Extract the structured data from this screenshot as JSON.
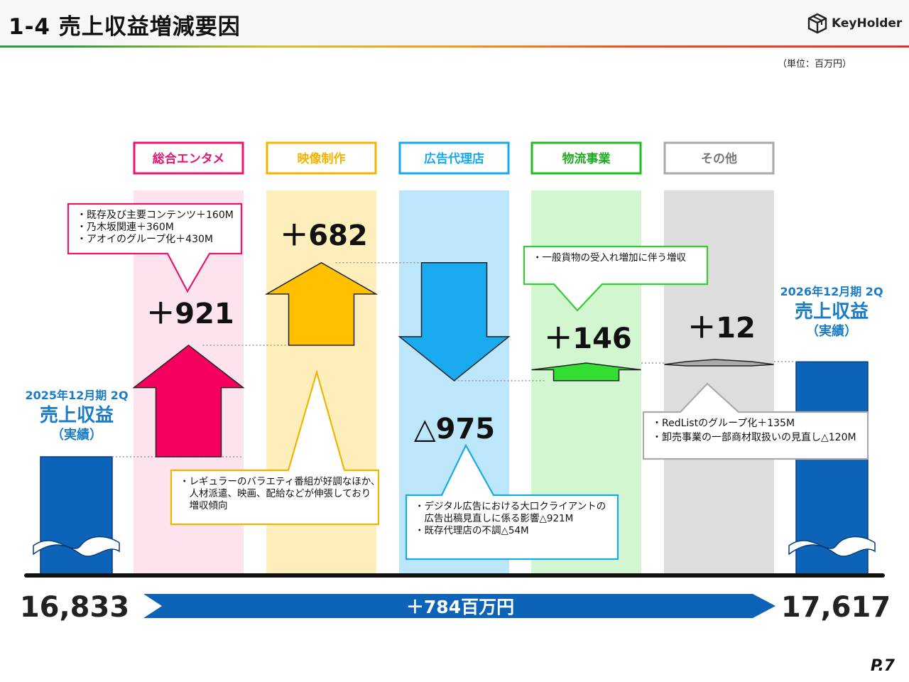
{
  "header": {
    "title": "1-4  売上収益増減要因",
    "logo_text": "KeyHolder"
  },
  "unit_note": "（単位：百万円）",
  "page_number": "P.7",
  "colors": {
    "entertainment": "#e8166e",
    "video": "#f7b800",
    "ad_agency": "#17a9ee",
    "logistics": "#33cc33",
    "other": "#aaaaaa",
    "bar": "#0d63b8",
    "total_arrow": "#0d63b8"
  },
  "chart_data": {
    "type": "waterfall",
    "start": {
      "period": "2025年12月期 2Q",
      "metric": "売上収益",
      "note": "（実績）",
      "value": 16833,
      "value_label": "16,833"
    },
    "end": {
      "period": "2026年12月期 2Q",
      "metric": "売上収益",
      "note": "（実績）",
      "value": 17617,
      "value_label": "17,617"
    },
    "total_change_label": "＋784百万円",
    "segments": [
      {
        "key": "entertainment",
        "name": "総合エンタメ",
        "value": 921,
        "value_label": "＋921",
        "callout": [
          "・既存及び主要コンテンツ＋160M",
          "・乃木坂関連＋360M",
          "・アオイのグループ化＋430M"
        ]
      },
      {
        "key": "video",
        "name": "映像制作",
        "value": 682,
        "value_label": "＋682",
        "callout": [
          "・レギュラーのバラエティ番組が好調なほか、",
          "　人材派遣、映画、配給などが伸張しており",
          "　増収傾向"
        ]
      },
      {
        "key": "ad_agency",
        "name": "広告代理店",
        "value": -975,
        "value_label": "△975",
        "callout": [
          "・デジタル広告における大口クライアントの",
          "　広告出稿見直しに係る影響△921M",
          "・既存代理店の不調△54M"
        ]
      },
      {
        "key": "logistics",
        "name": "物流事業",
        "value": 146,
        "value_label": "＋146",
        "callout": [
          "・一般貨物の受入れ増加に伴う増収"
        ]
      },
      {
        "key": "other",
        "name": "その他",
        "value": 12,
        "value_label": "＋12",
        "callout": [
          "・RedListのグループ化＋135M",
          "・卸売事業の一部商材取扱いの見直し△120M"
        ]
      }
    ]
  }
}
